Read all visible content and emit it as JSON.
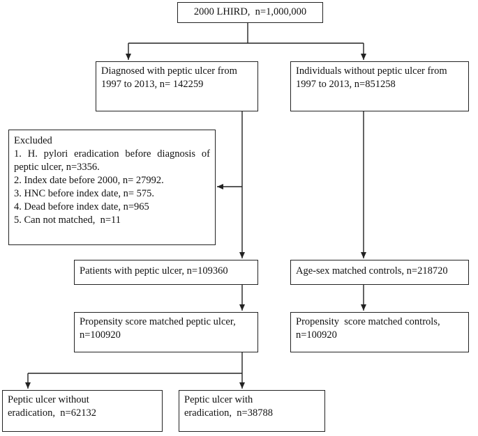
{
  "root": {
    "text": "2000 LHIRD,  n=1,000,000"
  },
  "ulcer": {
    "line1": "Diagnosed with peptic ulcer from",
    "line2": "1997 to 2013, n= 142259"
  },
  "nonulcer": {
    "line1": "Individuals without peptic ulcer from",
    "line2": "1997 to 2013, n=851258"
  },
  "excluded": {
    "title": "Excluded",
    "item1": "1. H. pylori eradication before diagnosis of peptic ulcer,  n=3356.",
    "item2": "2. Index date before 2000, n= 27992.",
    "item3": "3. HNC before index date, n= 575.",
    "item4": "4. Dead before index date, n=965",
    "item5": "5. Can not matched,  n=11"
  },
  "patients": {
    "text": "Patients with peptic ulcer, n=109360"
  },
  "agesex": {
    "text": "Age-sex matched controls, n=218720"
  },
  "psm_ulcer": {
    "line1": "Propensity score matched peptic ulcer,",
    "line2": "n=100920"
  },
  "psm_controls": {
    "line1": "Propensity  score matched controls,",
    "line2": "n=100920"
  },
  "without": {
    "line1": "Peptic ulcer without",
    "line2": "eradication,  n=62132"
  },
  "with": {
    "line1": "Peptic ulcer with",
    "line2": "eradication,  n=38788"
  }
}
